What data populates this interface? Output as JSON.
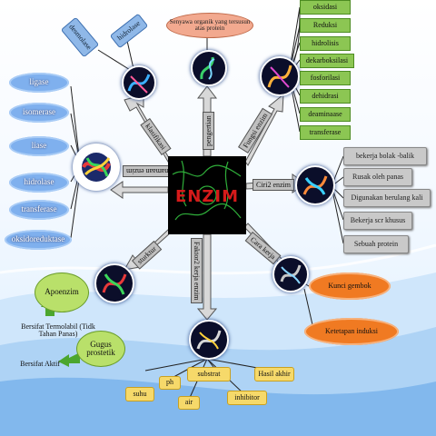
{
  "center": {
    "title": "ENZIM"
  },
  "arrows": {
    "klasifikasi": "klasifikasi",
    "pengertian": "pengertian",
    "fungsi_enzim": "Fungsi enzim",
    "penamaan": "penamaan enzim",
    "ciri_enzim": "Ciri2 enzim",
    "cara_kerja": "Cara kerja",
    "faktor": "Faktor2 kerja enzim",
    "sturktur": "sturktur"
  },
  "klasifikasi_items": [
    "desmolase",
    "hidrolase"
  ],
  "pengertian_text": "Senyawa organik yang tersusun atas protein",
  "fungsi_items": [
    "oksidasi",
    "Reduksi",
    "hidrolisis",
    "dekarboksilasi",
    "fosforilasi",
    "dehidrasi",
    "deaminaase",
    "transferase"
  ],
  "penamaan_items": [
    "ligase",
    "isomerase",
    "liase",
    "hidrolase",
    "transferase",
    "oksidoreduktase"
  ],
  "ciri_items": [
    "bekerja bolak -balik",
    "Rusak oleh panas",
    "Digunakan berulang kali",
    "Bekerja scr khusus",
    "Sebuah protein"
  ],
  "cara_items": [
    "Kunci gembok",
    "Ketetapan induksi"
  ],
  "faktor_items": [
    "suhu",
    "ph",
    "air",
    "substrat",
    "inhibitor",
    "Hasil akhir"
  ],
  "struktur": {
    "apoenzim": "Apoenzim",
    "gugus": "Gugus prostetik",
    "termolabil": "Bersifat Termolabil (Tidk Tahan Panas)",
    "aktif": "Bersifat Aktif"
  }
}
